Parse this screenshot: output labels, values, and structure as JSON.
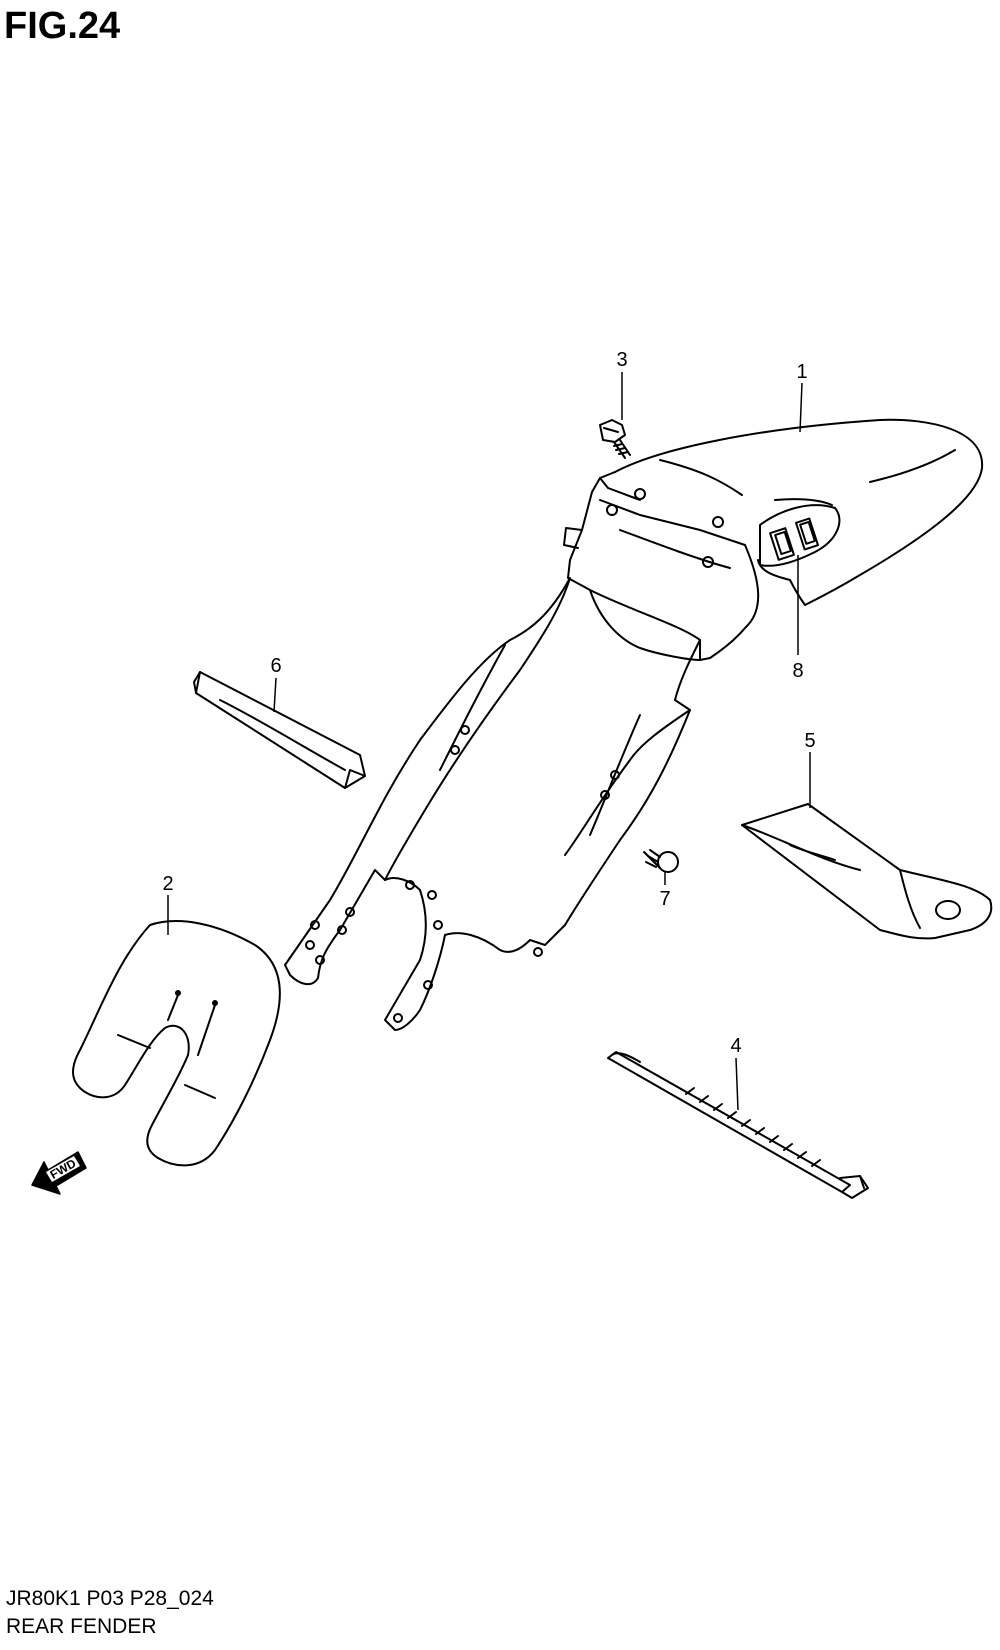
{
  "figure": {
    "title": "FIG.24"
  },
  "callouts": [
    {
      "id": "1",
      "label": "1"
    },
    {
      "id": "2",
      "label": "2"
    },
    {
      "id": "3",
      "label": "3"
    },
    {
      "id": "4",
      "label": "4"
    },
    {
      "id": "5",
      "label": "5"
    },
    {
      "id": "6",
      "label": "6"
    },
    {
      "id": "7",
      "label": "7"
    },
    {
      "id": "8",
      "label": "8"
    }
  ],
  "direction_marker": {
    "label": "FWD",
    "icon": "fwd-arrow-icon"
  },
  "footer": {
    "code": "JR80K1 P03 P28_024",
    "name": "REAR FENDER"
  },
  "colors": {
    "line": "#000000",
    "background": "#ffffff"
  }
}
